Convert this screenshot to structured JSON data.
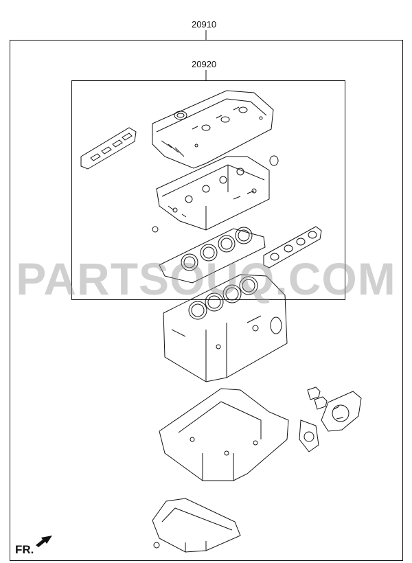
{
  "labels": {
    "outer_part_number": "20910",
    "inner_part_number": "20920",
    "direction": "FR."
  },
  "watermark": "PARTSOUQ.COM",
  "colors": {
    "line": "#111111",
    "watermark": "#969696"
  },
  "icons": {
    "direction_arrow": "front-direction-arrow-icon"
  }
}
